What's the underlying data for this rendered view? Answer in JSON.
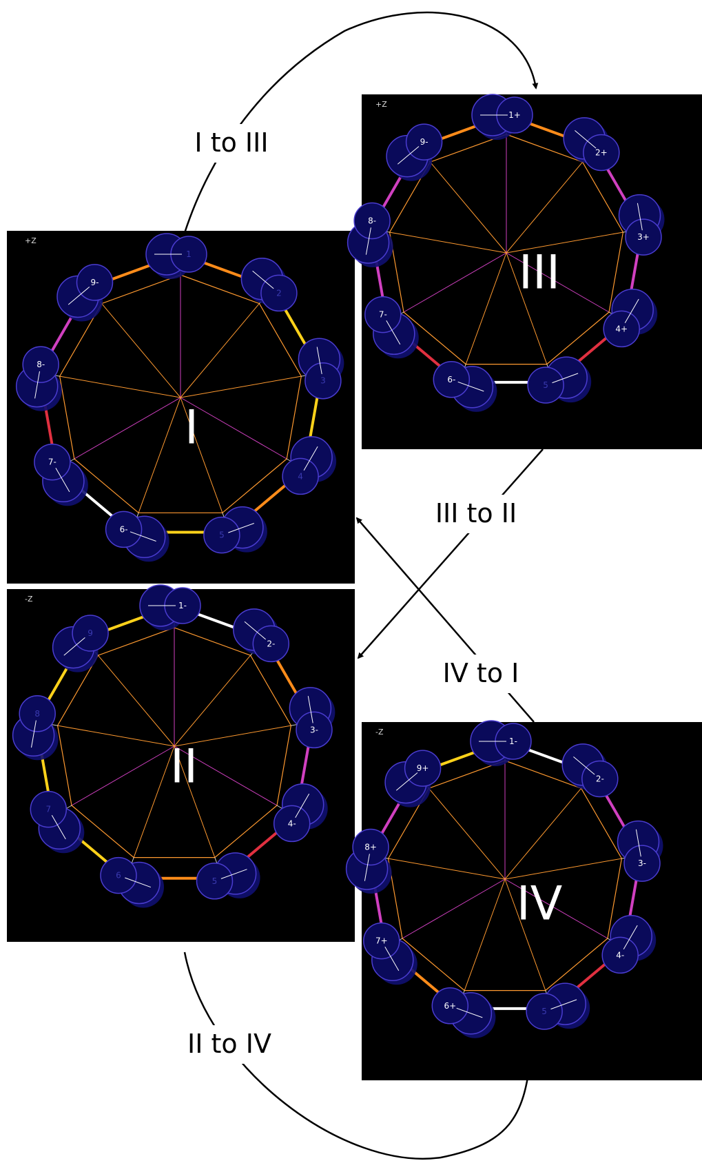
{
  "panels": [
    {
      "id": "I",
      "roman": "I",
      "axis_label": "+Z",
      "labels": [
        "1",
        "2",
        "3",
        "4",
        "5",
        "6-",
        "7-",
        "8-",
        "9-"
      ],
      "bright": [
        false,
        false,
        false,
        false,
        false,
        true,
        true,
        true,
        true
      ]
    },
    {
      "id": "II",
      "roman": "II",
      "axis_label": "-Z",
      "labels": [
        "1-",
        "2-",
        "3-",
        "4-",
        "5",
        "6",
        "7",
        "8",
        "9"
      ],
      "bright": [
        true,
        true,
        true,
        true,
        false,
        false,
        false,
        false,
        false
      ]
    },
    {
      "id": "III",
      "roman": "III",
      "axis_label": "+Z",
      "labels": [
        "1+",
        "2+",
        "3+",
        "4+",
        "5",
        "6-",
        "7-",
        "8-",
        "9-"
      ],
      "bright": [
        true,
        true,
        true,
        true,
        false,
        true,
        true,
        true,
        true
      ]
    },
    {
      "id": "IV",
      "roman": "IV",
      "axis_label": "-Z",
      "labels": [
        "1-",
        "2-",
        "3-",
        "4-",
        "5",
        "6+",
        "7+",
        "8+",
        "9+"
      ],
      "bright": [
        true,
        true,
        true,
        true,
        false,
        true,
        true,
        true,
        true
      ]
    }
  ],
  "transitions": [
    {
      "id": "I-to-III",
      "label": "I to III"
    },
    {
      "id": "III-to-II",
      "label": "III to II"
    },
    {
      "id": "IV-to-I",
      "label": "IV to I"
    },
    {
      "id": "II-to-IV",
      "label": "II to IV"
    }
  ],
  "colors": {
    "panel_background": "#000000",
    "sphere_fill": "#0a0a5a",
    "sphere_stroke": "#4a3cd0",
    "sphere_shadow": "#101070",
    "bond_orange": "#ff8c1a",
    "bond_yellow": "#ffd21a",
    "bond_magenta": "#d040c0",
    "bond_red": "#e03040",
    "bond_white": "#ffffff",
    "spoke": "#ff9a30",
    "label_bright": "#ffffff",
    "label_dim": "#3a3ab0",
    "arrow": "#000000"
  }
}
